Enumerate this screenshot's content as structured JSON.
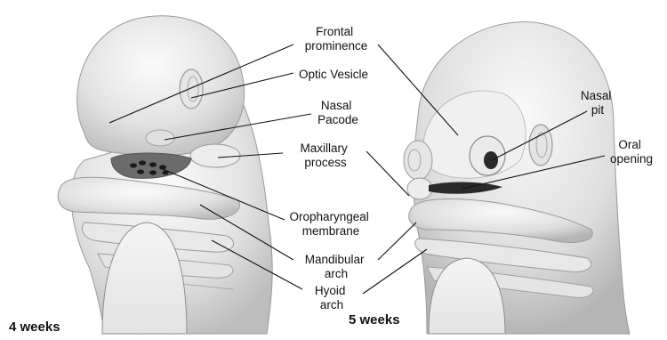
{
  "labels": {
    "frontal_prominence": [
      "Frontal",
      "prominence"
    ],
    "optic_vesicle": [
      "Optic Vesicle"
    ],
    "nasal_pacode": [
      "Nasal",
      "Pacode"
    ],
    "maxillary_process": [
      "Maxillary",
      "process"
    ],
    "oropharyngeal_membrane": [
      "Oropharyngeal",
      "membrane"
    ],
    "mandibular_arch": [
      "Mandibular",
      "arch"
    ],
    "hyoid_arch": [
      "Hyoid",
      "arch"
    ],
    "nasal_pit": [
      "Nasal",
      "pit"
    ],
    "oral_opening": [
      "Oral",
      "opening"
    ]
  },
  "captions": {
    "week4": "4 weeks",
    "week5": "5 weeks"
  },
  "colors": {
    "skin_light": "#f2f2f2",
    "skin_mid": "#d9d9d9",
    "skin_shadow": "#b8b8b8",
    "cavity": "#2a2a2a",
    "text": "#111111"
  }
}
